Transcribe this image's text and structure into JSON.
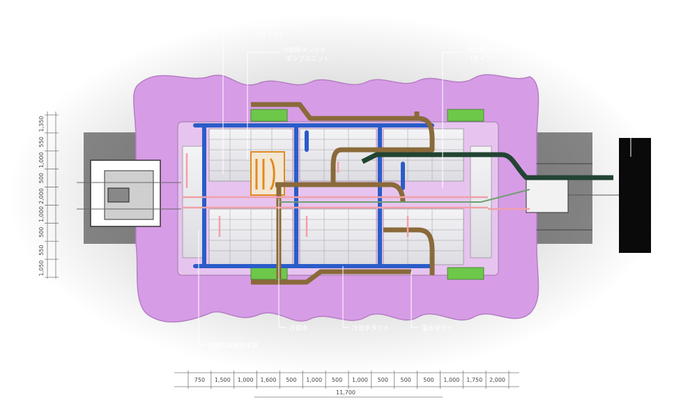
{
  "labels": {
    "rack_top_left_1": "回転整流ラック",
    "rack_top_left_2": "(ダイス)",
    "unit_1": "冷却用タンクナ",
    "unit_2": "ポンプユニット",
    "rack_top_right_1": "固定整流ラック",
    "rack_top_right_2": "(ダイス)",
    "radiator": "ラジエーター",
    "bottom_1": "冷却水",
    "bottom_2": "冷却水ダクト",
    "bottom_3": "温水ダクト",
    "bottom_left": "設置防振用排水器"
  },
  "dimensions": {
    "scale_h": [
      "750",
      "1,500",
      "1,000",
      "1,600",
      "500",
      "1,000",
      "500",
      "1,000",
      "500",
      "500",
      "500",
      "1,000",
      "1,750",
      "2,000"
    ],
    "scale_total": "11,700",
    "scale_v": [
      "1,350",
      "550",
      "1,000",
      "500",
      "2,000",
      "1,000",
      "500",
      "550",
      "1,050"
    ]
  },
  "colors": {
    "hull": "#d79ce6",
    "structure": "#e7c4ef",
    "pipe_blue": "#2a5cc8",
    "pipe_brown": "#8a6a3a",
    "pipe_dark_green": "#224433",
    "pipe_pink": "#f0a0a8",
    "pipe_orange": "#e08a20",
    "marker_green": "#6dc84a",
    "radiator": "#0a0a0a"
  }
}
